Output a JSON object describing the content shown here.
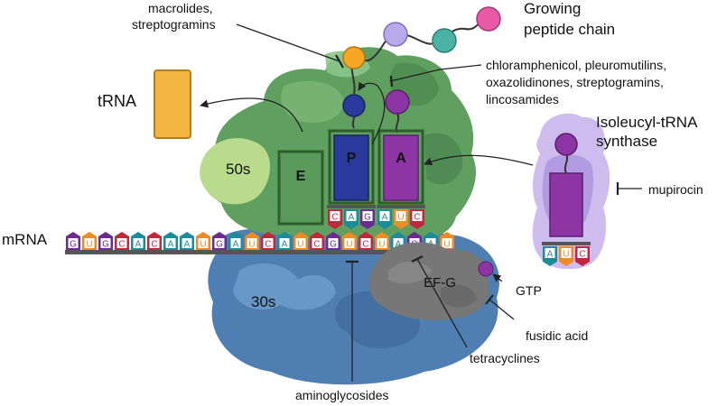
{
  "labels": {
    "trna": "tRNA",
    "ribo_50s": "50s",
    "ribo_30s": "30s",
    "mrna": "mRNA",
    "site_e": "E",
    "site_p": "P",
    "site_a": "A",
    "efg": "EF-G",
    "gtp": "GTP",
    "growing_line1": "Growing",
    "growing_line2": "peptide chain",
    "synthase_line1": "Isoleucyl-tRNA",
    "synthase_line2": "synthase"
  },
  "antibiotics": {
    "macrolides_line1": "macrolides,",
    "macrolides_line2": "streptogramins",
    "peptidyl_line1": "chloramphenicol, pleuromutilins,",
    "peptidyl_line2": "oxazolidinones, streptogramins,",
    "peptidyl_line3": "lincosamides",
    "mupirocin": "mupirocin",
    "fusidic": "fusidic acid",
    "tetracyclines": "tetracyclines",
    "aminoglycosides": "aminoglycosides"
  },
  "mrna_sequence": [
    "G",
    "U",
    "G",
    "C",
    "A",
    "C",
    "A",
    "A",
    "U",
    "G",
    "A",
    "U",
    "C",
    "A",
    "U",
    "C",
    "G",
    "U",
    "C",
    "U",
    "A",
    "G",
    "A",
    "U"
  ],
  "p_anticodon": [
    "C",
    "A",
    "G"
  ],
  "a_anticodon": [
    "A",
    "U",
    "C"
  ],
  "synthase_anticodon": [
    "A",
    "U",
    "C"
  ],
  "nucleotide_colors": {
    "G": "#6a2c91",
    "U": "#f08a24",
    "C": "#c0283c",
    "A": "#1d8c99"
  },
  "peptide_colors": [
    "#f5a623",
    "#b7a9ea",
    "#4ab3a6",
    "#e85aa8"
  ]
}
